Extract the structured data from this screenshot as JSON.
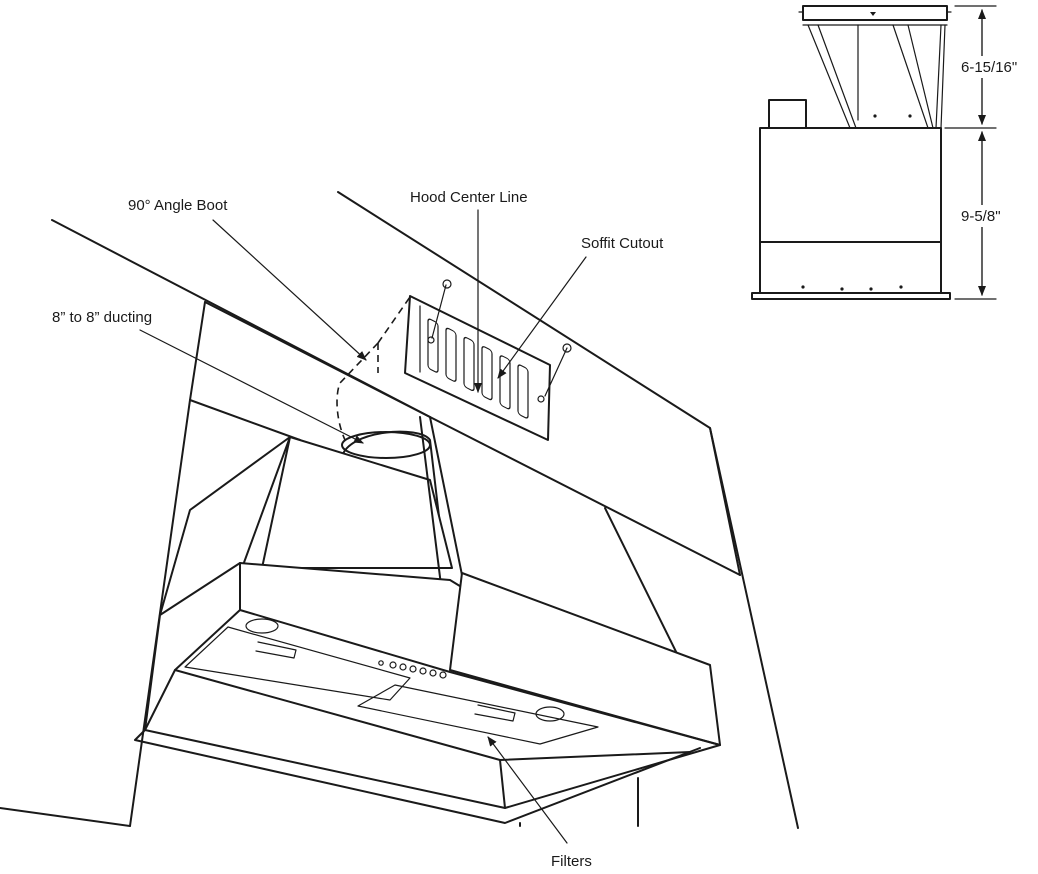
{
  "labels": {
    "angle_boot": "90° Angle Boot",
    "hood_center_line": "Hood Center Line",
    "soffit_cutout": "Soffit Cutout",
    "ducting": "8” to 8” ducting",
    "filters": "Filters"
  },
  "dimensions": {
    "top_height": "6-15/16\"",
    "bottom_height": "9-5/8\""
  }
}
